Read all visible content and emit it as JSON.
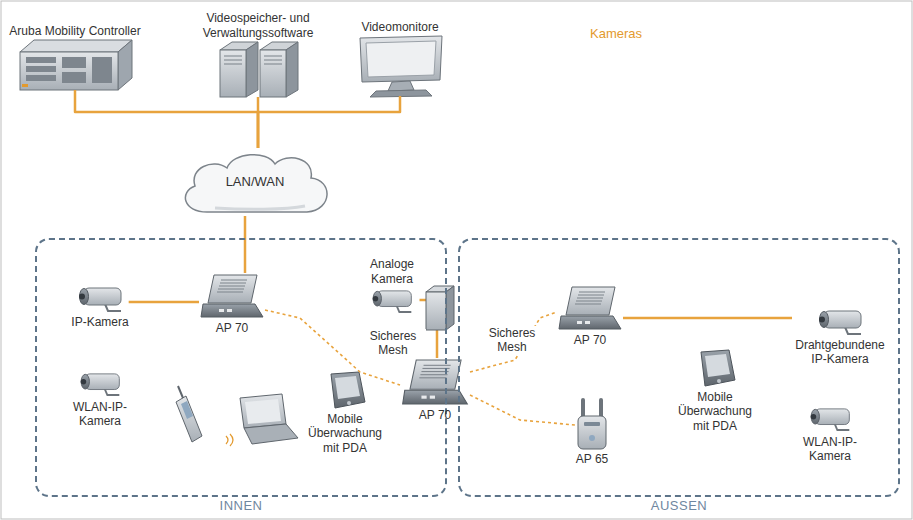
{
  "diagram": {
    "nodes": [
      {
        "text": [
          "Aruba Mobility Controller"
        ]
      },
      {
        "text": [
          "Videospeicher- und Verwaltungssoftware"
        ]
      },
      {
        "text": [
          "Videomonitore"
        ]
      },
      {
        "text": [
          "LAN/WAN"
        ]
      },
      {
        "text": [
          "INNEN"
        ]
      },
      {
        "text": [
          "IP-Kamera"
        ],
        "in": 4
      },
      {
        "text": [
          "AP 70"
        ],
        "in": 4
      },
      {
        "text": [
          "Analoge Kamera"
        ],
        "in": 4
      },
      {
        "text": [
          "WLAN-IP-Kamera"
        ],
        "in": 4
      },
      {
        "text": [
          "Mobile Überwachung mit PDA"
        ],
        "in": 4
      },
      {
        "text": [
          "AP 70"
        ]
      },
      {
        "text": [
          "AUSSEN"
        ]
      },
      {
        "text": [
          "AP 70"
        ],
        "in": 11
      },
      {
        "text": [
          "Drahtgebundene IP-Kamera"
        ],
        "in": 11
      },
      {
        "text": [
          "Mobile Überwachung mit PDA"
        ],
        "in": 11
      },
      {
        "text": [
          "AP 65"
        ],
        "in": 11
      },
      {
        "text": [
          "WLAN-IP-Kamera"
        ],
        "in": 11
      }
    ],
    "edges": [
      {
        "from": 0,
        "to": 3,
        "arrow": "none"
      },
      {
        "from": 1,
        "to": 3,
        "arrow": "none"
      },
      {
        "from": 2,
        "to": 3,
        "arrow": "none"
      },
      {
        "from": 3,
        "to": 6,
        "arrow": "none"
      },
      {
        "from": 5,
        "to": 6,
        "arrow": "none"
      },
      {
        "from": 6,
        "to": 10,
        "label": "Sicheres Mesh",
        "arrow": "none"
      },
      {
        "from": 7,
        "to": 10,
        "arrow": "none"
      },
      {
        "from": 10,
        "to": 12,
        "label": "Sicheres Mesh",
        "arrow": "none"
      },
      {
        "from": 10,
        "to": 15,
        "arrow": "none"
      },
      {
        "from": 12,
        "to": 13,
        "arrow": "none"
      }
    ],
    "labels": [
      "Kameras"
    ]
  }
}
